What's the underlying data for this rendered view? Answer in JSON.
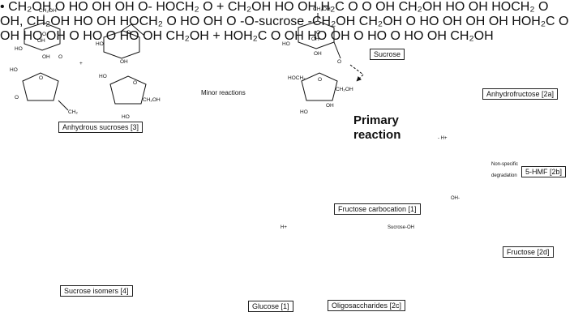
{
  "boxes": {
    "sucrose": "Sucrose",
    "anhydrofructose": "Anhydrofructose [2a]",
    "hmf": "5-HMF [2b]",
    "fructose_carbocation": "Fructose carbocation [1]",
    "fructose": "Fructose [2d]",
    "oligosaccharides": "Oligosaccharides [2c]",
    "glucose": "Glucose [1]",
    "anhydrous_sucroses": "Anhydrous sucroses [3]",
    "sucrose_isomers": "Sucrose isomers [4]"
  },
  "arrows": {
    "minor_reactions": "Minor reactions",
    "primary_line1": "Primary",
    "primary_line2": "reaction",
    "minus_h": "- H+",
    "non_specific_1": "Non-specific",
    "non_specific_2": "degradation",
    "oh_minus": "OH-",
    "h_plus": "H+",
    "sucrose_oh": "Sucrose-OH"
  },
  "chem": {
    "ch2oh": "CH₂OH",
    "ch2": "CH₂",
    "hoch2": "HOCH₂",
    "hoh2c": "HOH₂C",
    "h2c": "H₂C",
    "ho": "HO",
    "oh": "OH",
    "o": "O",
    "o_minus": "O-",
    "plus": "+",
    "dot": "•",
    "oh_ch2oh": "OH, CH₂OH",
    "o_sucrose": "-O-sucrose",
    "minus_ch2oh": "-CH₂OH"
  }
}
